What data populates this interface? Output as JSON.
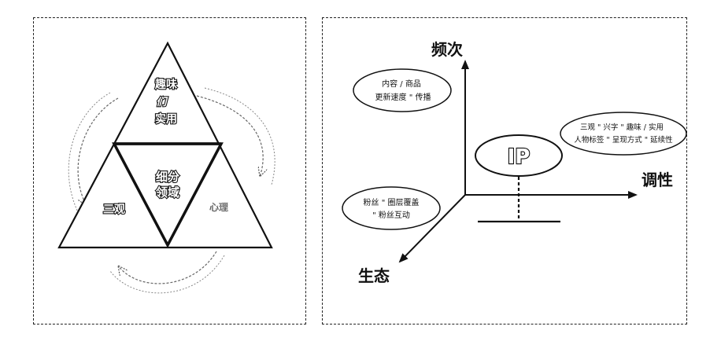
{
  "left_diagram": {
    "top_label": [
      "趣味",
      "们",
      "实用"
    ],
    "center_label": [
      "细分",
      "领域"
    ],
    "left_label": "三观",
    "right_label": "心理"
  },
  "right_diagram": {
    "axis_y_label": "频次",
    "axis_x_label": "调性",
    "axis_z_label": "生态",
    "center_label": "IP",
    "bubble_top_left": [
      "内容 / 商品",
      "更新速度 \" 传播"
    ],
    "bubble_right": [
      "三观 \" 兴字 \" 趣味 / 实用",
      "人物标签 \" 呈现方式 \" 延续性"
    ],
    "bubble_bottom_left": [
      "粉丝 \" 圈层覆盖",
      "\" 粉丝互动"
    ]
  }
}
